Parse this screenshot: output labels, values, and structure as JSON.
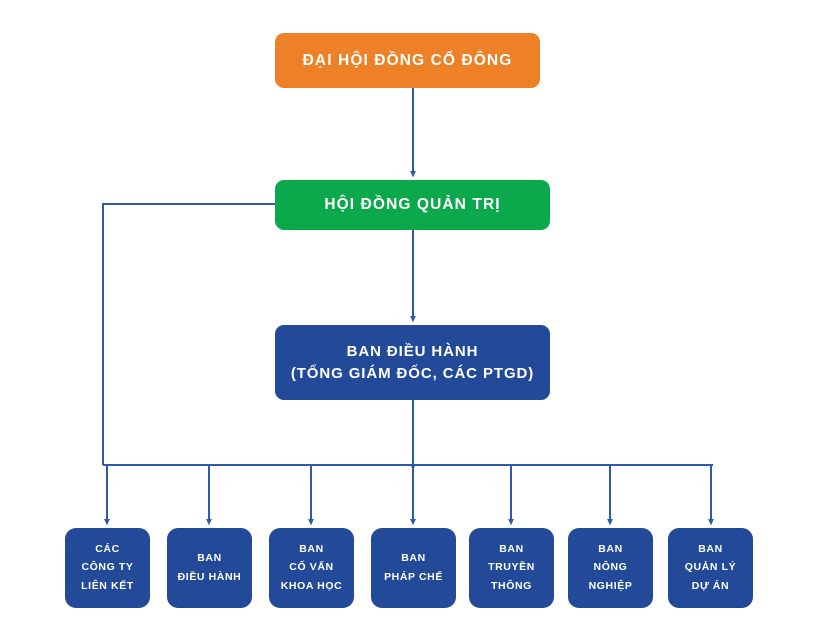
{
  "chart_data": {
    "type": "diagram",
    "title": "Sơ đồ tổ chức",
    "diagram_kind": "organizational-chart",
    "orientation": "top-down",
    "colors": {
      "assembly": "#ee8127",
      "board": "#0ca94c",
      "executive": "#234a98",
      "department": "#234a98",
      "connector": "#2e5aac",
      "background": "#ffffff",
      "text": "#ffffff"
    },
    "levels": [
      {
        "level": 1,
        "nodes": [
          {
            "id": "assembly",
            "label": "ĐẠI HỘI ĐỒNG CỔ ĐÔNG",
            "color": "#ee8127"
          }
        ]
      },
      {
        "level": 2,
        "nodes": [
          {
            "id": "board",
            "label": "HỘI ĐỒNG QUẢN TRỊ",
            "color": "#0ca94c"
          }
        ]
      },
      {
        "level": 3,
        "nodes": [
          {
            "id": "executive",
            "label": "BAN ĐIỀU HÀNH (TỔNG GIÁM ĐỐC, CÁC PTGD)",
            "color": "#234a98"
          }
        ]
      },
      {
        "level": 4,
        "nodes": [
          {
            "id": "dept-1",
            "label": "CÁC CÔNG TY LIÊN KẾT",
            "color": "#234a98"
          },
          {
            "id": "dept-2",
            "label": "BAN ĐIỀU HÀNH",
            "color": "#234a98"
          },
          {
            "id": "dept-3",
            "label": "BAN CỐ VẤN KHOA HỌC",
            "color": "#234a98"
          },
          {
            "id": "dept-4",
            "label": "BAN PHÁP CHẾ",
            "color": "#234a98"
          },
          {
            "id": "dept-5",
            "label": "BAN TRUYỀN THÔNG",
            "color": "#234a98"
          },
          {
            "id": "dept-6",
            "label": "BAN NÔNG NGHIỆP",
            "color": "#234a98"
          },
          {
            "id": "dept-7",
            "label": "BAN QUẢN LÝ DỰ ÁN",
            "color": "#234a98"
          }
        ]
      }
    ],
    "edges": [
      {
        "from": "assembly",
        "to": "board",
        "style": "arrow"
      },
      {
        "from": "board",
        "to": "executive",
        "style": "arrow"
      },
      {
        "from": "executive",
        "to": "distribution-bus",
        "style": "arrow"
      },
      {
        "from": "board",
        "to": "distribution-bus",
        "style": "elbow-left"
      },
      {
        "from": "distribution-bus",
        "to": "dept-1",
        "style": "arrow"
      },
      {
        "from": "distribution-bus",
        "to": "dept-2",
        "style": "arrow"
      },
      {
        "from": "distribution-bus",
        "to": "dept-3",
        "style": "arrow"
      },
      {
        "from": "distribution-bus",
        "to": "dept-4",
        "style": "arrow"
      },
      {
        "from": "distribution-bus",
        "to": "dept-5",
        "style": "arrow"
      },
      {
        "from": "distribution-bus",
        "to": "dept-6",
        "style": "arrow"
      },
      {
        "from": "distribution-bus",
        "to": "dept-7",
        "style": "arrow"
      }
    ]
  },
  "nodes": {
    "assembly": {
      "label": "ĐẠI HỘI ĐỒNG CỔ ĐÔNG"
    },
    "board": {
      "label": "HỘI ĐỒNG QUẢN TRỊ"
    },
    "executive": {
      "line1": "BAN ĐIỀU HÀNH",
      "line2": "(TỔNG GIÁM ĐỐC, CÁC PTGD)"
    },
    "departments": [
      {
        "lines": [
          "CÁC",
          "CÔNG TY",
          "LIÊN KẾT"
        ]
      },
      {
        "lines": [
          "BAN",
          "ĐIỀU HÀNH"
        ]
      },
      {
        "lines": [
          "BAN",
          "CỐ VẤN",
          "KHOA HỌC"
        ]
      },
      {
        "lines": [
          "BAN",
          "PHÁP CHẾ"
        ]
      },
      {
        "lines": [
          "BAN",
          "TRUYỀN",
          "THÔNG"
        ]
      },
      {
        "lines": [
          "BAN",
          "NÔNG",
          "NGHIỆP"
        ]
      },
      {
        "lines": [
          "BAN",
          "QUẢN LÝ",
          "DỰ ÁN"
        ]
      }
    ]
  }
}
